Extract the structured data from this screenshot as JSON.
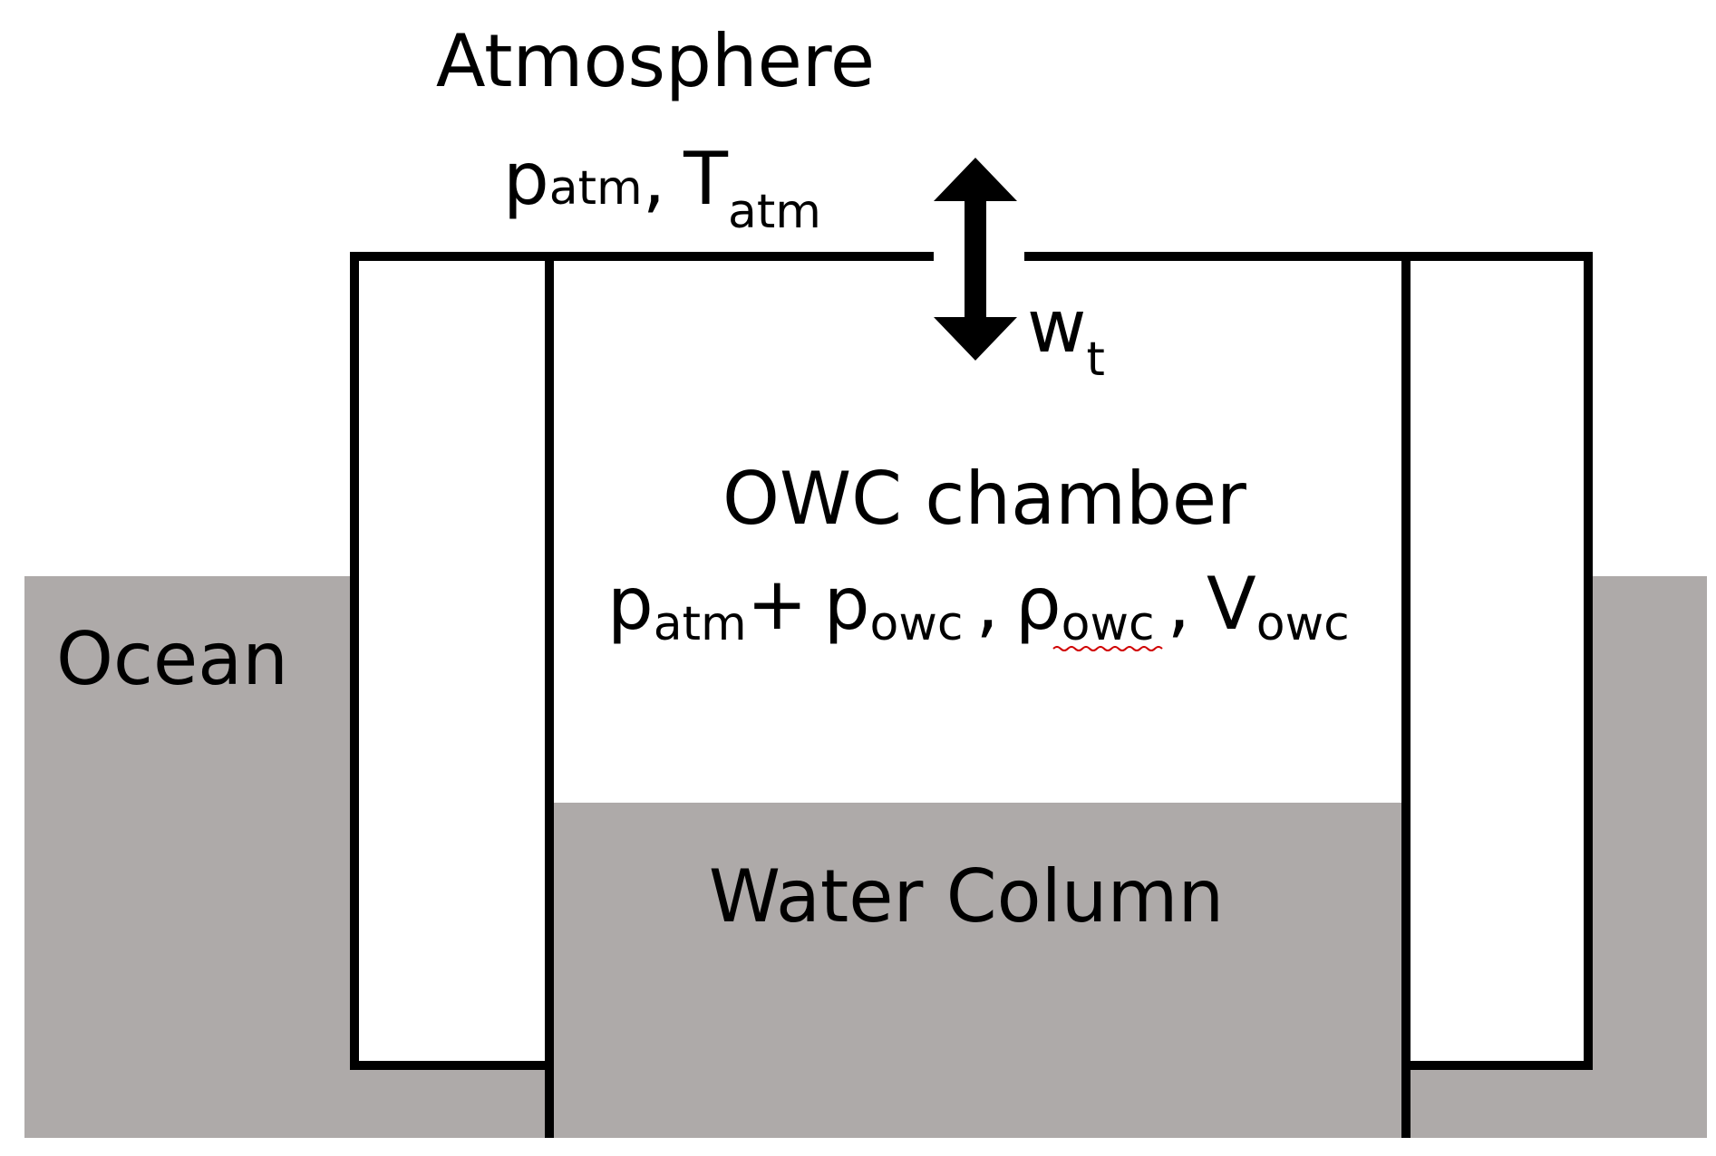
{
  "colors": {
    "water": "#aeaaa9",
    "wall": "#000000",
    "background": "#ffffff",
    "spellcheck_underline": "#d00000"
  },
  "atmosphere": {
    "title": "Atmosphere",
    "pressure_symbol": "p",
    "pressure_subscript": "atm",
    "separator": ",",
    "temperature_symbol": "T",
    "temperature_subscript": "atm"
  },
  "turbine_flow": {
    "symbol": "w",
    "subscript": "t",
    "icon": "double-headed-vertical-arrow"
  },
  "chamber": {
    "title": "OWC chamber",
    "p_atm_symbol": "p",
    "p_atm_subscript": "atm",
    "plus": "+",
    "p_owc_symbol": "p",
    "p_owc_subscript": "owc",
    "separator_1": ",",
    "rho_symbol": "ρ",
    "rho_subscript": "owc",
    "separator_2": ",",
    "volume_symbol": "V",
    "volume_subscript": "owc"
  },
  "ocean": {
    "label": "Ocean"
  },
  "water_column": {
    "label": "Water Column"
  }
}
